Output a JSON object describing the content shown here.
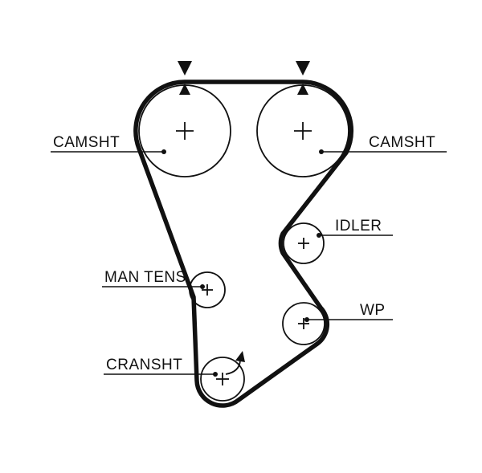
{
  "diagram": {
    "type": "timing-belt-routing-diagram",
    "labels": {
      "camshaft_left": "CAMSHT",
      "camshaft_right": "CAMSHT",
      "idler": "IDLER",
      "manual_tensioner": "MAN TENS",
      "water_pump": "WP",
      "crankshaft": "CRANSHT"
    },
    "icons": {
      "timing_mark_upper": "triangle-down",
      "timing_mark_lower": "triangle-up",
      "rotation_indicator": "clockwise-arrow"
    },
    "colors": {
      "line": "#111111",
      "background": "#ffffff"
    }
  }
}
